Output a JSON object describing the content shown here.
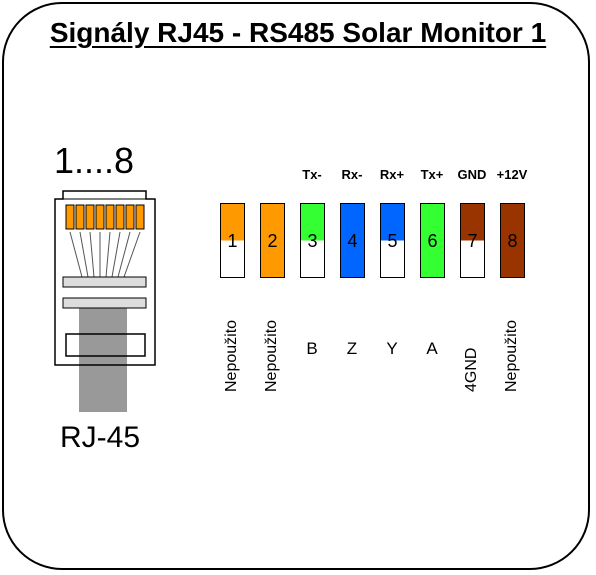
{
  "title": "Signály RJ45 - RS485 Solar Monitor 1",
  "connector": {
    "pin_range": "1....8",
    "name": "RJ-45"
  },
  "pins": [
    {
      "number": "1",
      "signal": "",
      "function": "Nepoužito",
      "vertical": true,
      "color": "#ff9900",
      "solid": false
    },
    {
      "number": "2",
      "signal": "",
      "function": "Nepoužito",
      "vertical": true,
      "color": "#ff9900",
      "solid": true
    },
    {
      "number": "3",
      "signal": "Tx-",
      "function": "B",
      "vertical": false,
      "color": "#33ff33",
      "solid": false
    },
    {
      "number": "4",
      "signal": "Rx-",
      "function": "Z",
      "vertical": false,
      "color": "#0066ff",
      "solid": true
    },
    {
      "number": "5",
      "signal": "Rx+",
      "function": "Y",
      "vertical": false,
      "color": "#0066ff",
      "solid": false
    },
    {
      "number": "6",
      "signal": "Tx+",
      "function": "A",
      "vertical": false,
      "color": "#33ff33",
      "solid": true
    },
    {
      "number": "7",
      "signal": "GND",
      "function": "4GND",
      "vertical": true,
      "color": "#993300",
      "solid": false
    },
    {
      "number": "8",
      "signal": "+12V",
      "function": "Nepoužito",
      "vertical": true,
      "color": "#993300",
      "solid": true
    }
  ]
}
